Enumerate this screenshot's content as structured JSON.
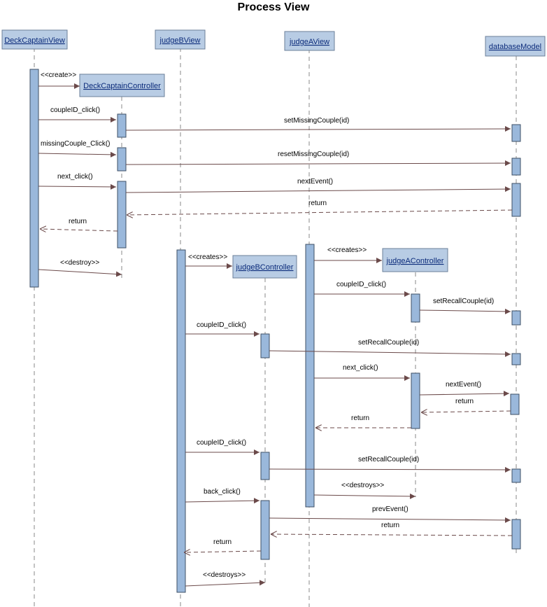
{
  "title": "Process View",
  "objects": [
    {
      "id": "deckCaptainView",
      "label": "DeckCaptainView"
    },
    {
      "id": "judgeBView",
      "label": "judgeBView"
    },
    {
      "id": "judgeAView",
      "label": "judgeAView"
    },
    {
      "id": "databaseModel",
      "label": "databaseModel"
    },
    {
      "id": "deckCaptainController",
      "label": "DeckCaptainController"
    },
    {
      "id": "judgeBController",
      "label": "judgeBController"
    },
    {
      "id": "judgeAController",
      "label": "judgeAController"
    }
  ],
  "messages": [
    {
      "label": "<<create>>",
      "kind": "call"
    },
    {
      "label": "coupleID_click()",
      "kind": "call"
    },
    {
      "label": "setMissingCouple(id)",
      "kind": "call"
    },
    {
      "label": "missingCouple_Click()",
      "kind": "call"
    },
    {
      "label": "resetMissingCouple(id)",
      "kind": "call"
    },
    {
      "label": "next_click()",
      "kind": "call"
    },
    {
      "label": "nextEvent()",
      "kind": "call"
    },
    {
      "label": "return",
      "kind": "return"
    },
    {
      "label": "return",
      "kind": "return"
    },
    {
      "label": "<<destroy>>",
      "kind": "call"
    },
    {
      "label": "<<creates>>",
      "kind": "call"
    },
    {
      "label": "<<creates>>",
      "kind": "call"
    },
    {
      "label": "coupleID_click()",
      "kind": "call"
    },
    {
      "label": "setRecallCouple(id)",
      "kind": "call"
    },
    {
      "label": "coupleID_click()",
      "kind": "call"
    },
    {
      "label": "setRecallCouple(id)",
      "kind": "call"
    },
    {
      "label": "next_click()",
      "kind": "call"
    },
    {
      "label": "nextEvent()",
      "kind": "call"
    },
    {
      "label": "return",
      "kind": "return"
    },
    {
      "label": "return",
      "kind": "return"
    },
    {
      "label": "coupleID_click()",
      "kind": "call"
    },
    {
      "label": "setRecallCouple(id)",
      "kind": "call"
    },
    {
      "label": "<<destroys>>",
      "kind": "call"
    },
    {
      "label": "back_click()",
      "kind": "call"
    },
    {
      "label": "prevEvent()",
      "kind": "call"
    },
    {
      "label": "return",
      "kind": "return"
    },
    {
      "label": "return",
      "kind": "return"
    },
    {
      "label": "<<destroys>>",
      "kind": "call"
    }
  ]
}
